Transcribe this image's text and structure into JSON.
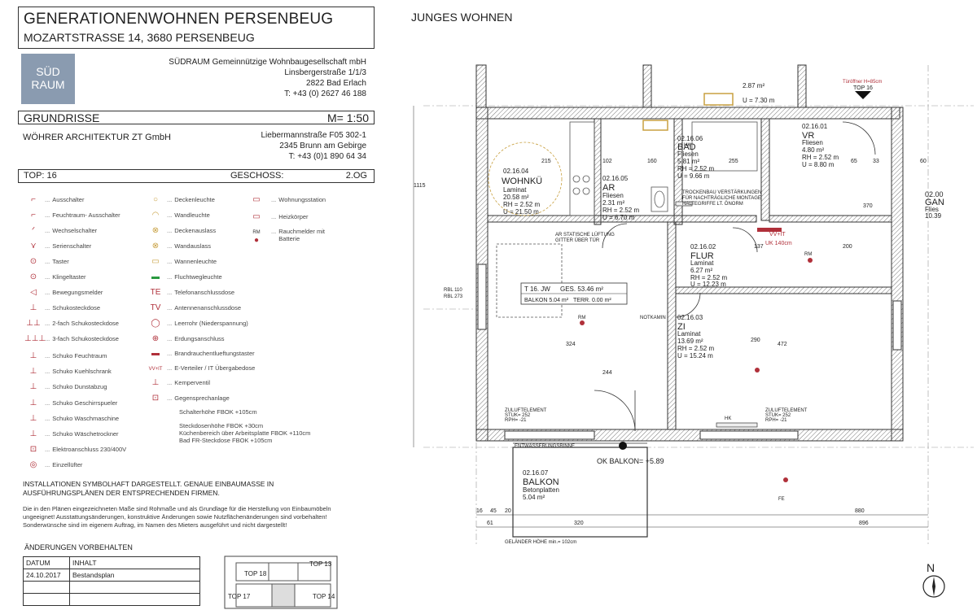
{
  "header": {
    "title_line1": "GENERATIONENWOHNEN PERSENBEUG",
    "title_line2": "MOZARTSTRASSE 14, 3680 PERSENBEUG",
    "plan_heading": "JUNGES WOHNEN"
  },
  "client": {
    "logo_line1": "SÜD",
    "logo_line2": "RAUM",
    "name": "SÜDRAUM Gemeinnützige Wohnbaugesellschaft mbH",
    "street": "Linsbergerstraße 1/1/3",
    "city": "2822 Bad Erlach",
    "phone": "T: +43 (0) 2627 46 188"
  },
  "plan_type": {
    "label": "GRUNDRISSE",
    "scale": "M= 1:50"
  },
  "architect": {
    "name": "WÖHRER ARCHITEKTUR ZT GmbH",
    "street": "Liebermannstraße F05 302-1",
    "city": "2345 Brunn am Gebirge",
    "phone": "T: +43 (0)1 890 64 34"
  },
  "top_info": {
    "top": "TOP: 16",
    "floor_label": "GESCHOSS:",
    "floor": "2.OG"
  },
  "legend_col1": [
    "Ausschalter",
    "Feuchtraum- Ausschalter",
    "Wechselschalter",
    "Serienschalter",
    "Taster",
    "Klingeltaster",
    "Bewegungsmelder",
    "Schukosteckdose",
    "2-fach Schukosteckdose",
    "3-fach Schukosteckdose",
    "Schuko Feuchtraum",
    "Schuko Kuehlschrank",
    "Schuko Dunstabzug",
    "Schuko Geschirrspueler",
    "Schuko Waschmaschine",
    "Schuko Wäschetrockner",
    "Elektroanschluss 230/400V",
    "Einzellüfter"
  ],
  "legend_col2": [
    "Deckenleuchte",
    "Wandleuchte",
    "Deckenauslass",
    "Wandauslass",
    "Wannenleuchte",
    "Fluchtwegleuchte",
    "Telefonanschlussdose",
    "Antennenanschlussdose",
    "Leerrohr (Niederspannung)",
    "Erdungsanschluss",
    "Brandrauchentlueftungstaster",
    "E-Verteiler / IT Übergabedose",
    "Kemperventil",
    "Gegensprechanlage"
  ],
  "legend_col2_extra": [
    "Schalterhöhe FBOK +105cm",
    "Steckdosenhöhe FBOK +30cm",
    "Küchenbereich über Arbeitsplatte FBOK +110cm",
    "Bad FR-Steckdose FBOK +105cm"
  ],
  "legend_col3": [
    "Wohnungsstation",
    "Heizkörper",
    "Rauchmelder mit Batterie"
  ],
  "legend_symbol_labels": {
    "rm": "RM",
    "vvit": "VV+IT"
  },
  "notes": {
    "bold_line1": "INSTALLATIONEN SYMBOLHAFT DARGESTELLT. GENAUE EINBAUMASSE IN",
    "bold_line2": "AUSFÜHRUNGSPLÄNEN DER ENTSPRECHENDEN FIRMEN.",
    "small_line1": "Die in den Plänen eingezeichneten Maße sind Rohmaße und als Grundlage für die Herstellung von Einbaumöbeln",
    "small_line2": "ungeeignet! Ausstattungsänderungen, konstruktive Änderungen sowie Nutzflächenänderungen sind vorbehalten!",
    "small_line3": "Sonderwünsche sind im eigenem Auftrag, im Namen des Mieters ausgeführt und nicht dargestellt!"
  },
  "changes": {
    "heading": "ÄNDERUNGEN VORBEHALTEN",
    "col_date": "DATUM",
    "col_content": "INHALT",
    "rows": [
      {
        "date": "24.10.2017",
        "content": "Bestandsplan"
      }
    ]
  },
  "keyplan": {
    "labels": [
      "TOP 13",
      "TOP 18",
      "TOP 17",
      "TOP 14"
    ]
  },
  "rooms": [
    {
      "num": "02.16.04",
      "name": "WOHNKÜ",
      "floor": "Laminat",
      "area": "20.58 m²",
      "rh": "RH = 2.52 m",
      "u": "U = 21.50 m"
    },
    {
      "num": "02.16.05",
      "name": "AR",
      "floor": "Fliesen",
      "area": "2.31 m²",
      "rh": "RH = 2.52 m",
      "u": "U = 6.70 m"
    },
    {
      "num": "02.16.06",
      "name": "BAD",
      "floor": "Fliesen",
      "area": "5.81 m²",
      "rh": "RH = 2.52 m",
      "u": "U = 9.66 m"
    },
    {
      "num": "02.16.01",
      "name": "VR",
      "floor": "Fliesen",
      "area": "4.80 m²",
      "rh": "RH = 2.52 m",
      "u": "U = 8.80 m"
    },
    {
      "num": "02.16.02",
      "name": "FLUR",
      "floor": "Laminat",
      "area": "6.27 m²",
      "rh": "RH = 2.52 m",
      "u": "U = 12.23 m"
    },
    {
      "num": "02.16.03",
      "name": "ZI",
      "floor": "Laminat",
      "area": "13.69 m²",
      "rh": "RH = 2.52 m",
      "u": "U = 15.24 m"
    },
    {
      "num": "02.16.07",
      "name": "BALKON",
      "floor": "Betonplatten",
      "area": "5.04 m²"
    }
  ],
  "top_summary": {
    "top": "T 16. JW",
    "ges": "GES. 53.46 m²",
    "balkon": "BALKON 5.04 m²",
    "terr": "TERR. 0.00 m²"
  },
  "plan_labels": {
    "ok_balkon": "OK BALKON= +5.89",
    "entwaesserung": "ENTWÄSSERUNGSRINNE",
    "gelaender": "GELÄNDER HÖHE min.= 102cm",
    "tueroeffner1": "Türöffner H=85cm",
    "top16": "TOP 16",
    "vvit": "VV+IT",
    "uk": "UK 140cm",
    "trockenbau1": "TROCKENBAU VERSTÄRKUNGEN",
    "trockenbau2": "FÜR NACHTRÄGLICHE MONTAGE",
    "trockenbau3": "HALTEGRIFFE LT. ÖNORM",
    "lueftung1": "AR STATISCHE LÜFTUNG",
    "lueftung2": "GITTER ÜBER TÜR",
    "notkamin": "NOTKAMIN",
    "zuluft": "ZULUFTELEMENT",
    "stuk": "STUK= 252",
    "rph": "RPH= -21",
    "hk": "HK",
    "rm": "RM",
    "gan": "GAN",
    "gan_floor": "Flies",
    "gan_area": "10.39",
    "gan_num": "02.00",
    "hall_area": "2.87 m²",
    "hall_u": "U = 7.30 m",
    "rbl110": "RBL 110",
    "rbl273": "RBL 273",
    "fe": "FE",
    "dim": {
      "d215": "215",
      "d102": "102",
      "d160": "160",
      "d255": "255",
      "d65": "65",
      "d33": "33",
      "d60": "60",
      "d200": "200",
      "d137": "137",
      "d324": "324",
      "d472": "472",
      "d244": "244",
      "d290": "290",
      "d370": "370",
      "d880": "880",
      "d896": "896",
      "d320": "320",
      "d16": "16",
      "d45": "45",
      "d20": "20",
      "d61": "61",
      "d1115": "1115"
    }
  },
  "north": "N"
}
